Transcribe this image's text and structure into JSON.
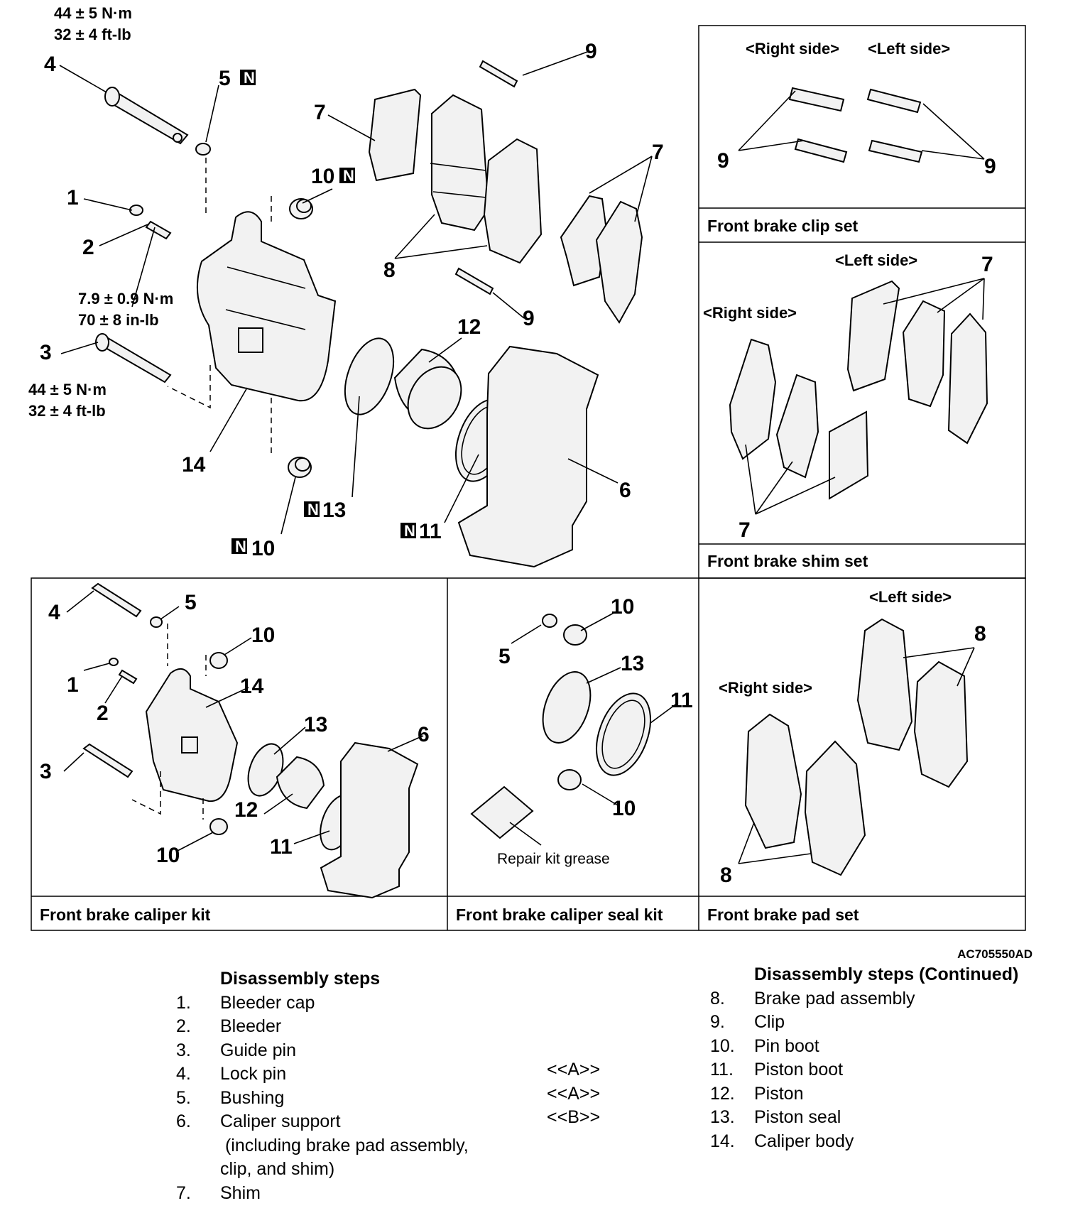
{
  "figure_id": "AC705550AD",
  "torque": {
    "lock_pin": [
      "44 ± 5 N·m",
      "32 ± 4 ft-lb"
    ],
    "bleeder": [
      "7.9 ± 0.9 N·m",
      "70 ± 8 in-lb"
    ],
    "guide_pin": [
      "44 ± 5 N·m",
      "32 ± 4 ft-lb"
    ]
  },
  "new_part_marker": "N",
  "callouts": [
    "1",
    "2",
    "3",
    "4",
    "5",
    "6",
    "7",
    "8",
    "9",
    "10",
    "11",
    "12",
    "13",
    "14"
  ],
  "panels": {
    "clip_set": {
      "title": "Front brake clip set",
      "right_side": "<Right side>",
      "left_side": "<Left side>"
    },
    "shim_set": {
      "title": "Front brake shim set",
      "right_side": "<Right side>",
      "left_side": "<Left side>"
    },
    "caliper_kit": {
      "title": "Front brake caliper kit"
    },
    "seal_kit": {
      "title": "Front brake caliper seal kit",
      "grease_label": "Repair kit grease"
    },
    "pad_set": {
      "title": "Front brake pad set",
      "right_side": "<Right side>",
      "left_side": "<Left side>"
    }
  },
  "steps_left": {
    "heading": "Disassembly steps",
    "items": [
      {
        "num": "1.",
        "text": "Bleeder cap"
      },
      {
        "num": "2.",
        "text": "Bleeder"
      },
      {
        "num": "3.",
        "text": "Guide pin"
      },
      {
        "num": "4.",
        "text": "Lock pin"
      },
      {
        "num": "5.",
        "text": "Bushing"
      },
      {
        "num": "6.",
        "text": "Caliper support"
      },
      {
        "num": "",
        "text": " (including brake pad assembly,"
      },
      {
        "num": "",
        "text": "clip, and shim)"
      },
      {
        "num": "7.",
        "text": "Shim"
      }
    ]
  },
  "step_notes": [
    "<<A>>",
    "<<A>>",
    "<<B>>"
  ],
  "steps_right": {
    "heading": "Disassembly steps (Continued)",
    "items": [
      {
        "num": "8.",
        "text": "Brake pad assembly"
      },
      {
        "num": "9.",
        "text": "Clip"
      },
      {
        "num": "10.",
        "text": "Pin boot"
      },
      {
        "num": "11.",
        "text": "Piston boot"
      },
      {
        "num": "12.",
        "text": "Piston"
      },
      {
        "num": "13.",
        "text": "Piston seal"
      },
      {
        "num": "14.",
        "text": "Caliper body"
      }
    ]
  }
}
